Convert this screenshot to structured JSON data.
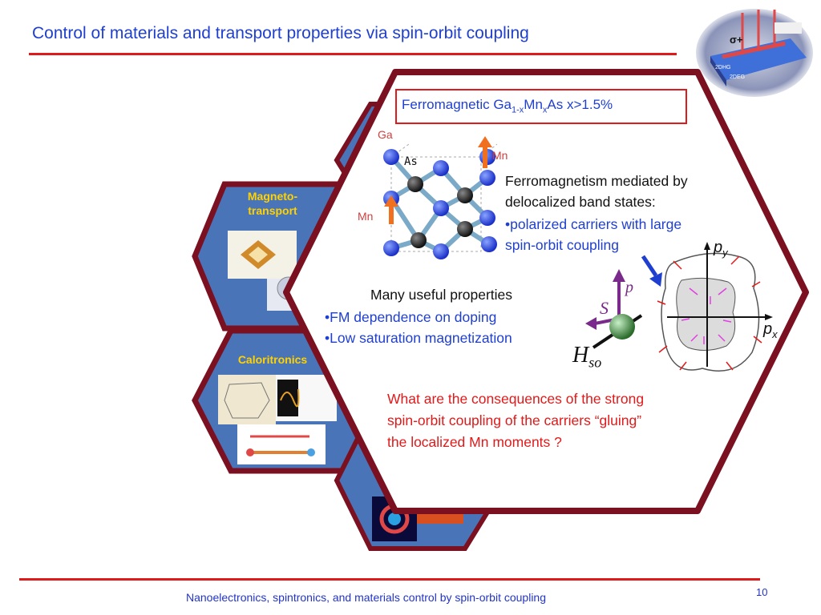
{
  "slide": {
    "title": "Control of materials and transport properties via spin-orbit coupling",
    "footer": "Nanoelectronics, spintronics, and materials control by spin-orbit coupling",
    "page_number": "10"
  },
  "hexagons": {
    "magneto_label_1": "Magneto-",
    "magneto_label_2": "transport",
    "calori_label": "Caloritronics"
  },
  "thumbnail": {
    "sigma_label": "σ+",
    "text_1": "2DHG",
    "text_2": "2DEG"
  },
  "main": {
    "box_prefix": "Ferromagnetic Ga",
    "box_sub1": "1-x",
    "box_mid": "Mn",
    "box_sub2": "x",
    "box_suffix": "As x>1.5%",
    "atom_ga": "Ga",
    "atom_as": "As",
    "atom_mn_top": "Mn",
    "atom_mn_left": "Mn",
    "fm_line1": "Ferromagnetism mediated by",
    "fm_line2": "delocalized band states:",
    "fm_bullet1": "•polarized carriers with large",
    "fm_bullet2": "spin-orbit coupling",
    "props_header": "Many useful properties",
    "props_item1": "•FM dependence on doping",
    "props_item2": "•Low saturation magnetization",
    "question_1": "What are the consequences of the strong",
    "question_2": "spin-orbit coupling of the carriers “gluing”",
    "question_3": "the localized Mn moments ?",
    "spin_p": "p",
    "spin_s": "S",
    "spin_h": "H",
    "spin_h_sub": "so",
    "axis_py": "p",
    "axis_py_sub": "y",
    "axis_px": "p",
    "axis_px_sub": "x"
  },
  "colors": {
    "title_blue": "#1f3fcf",
    "rule_red": "#e01a1a",
    "hex_border": "#7a1020",
    "hex_fill": "#4a74b8",
    "label_yellow": "#ffd200"
  }
}
